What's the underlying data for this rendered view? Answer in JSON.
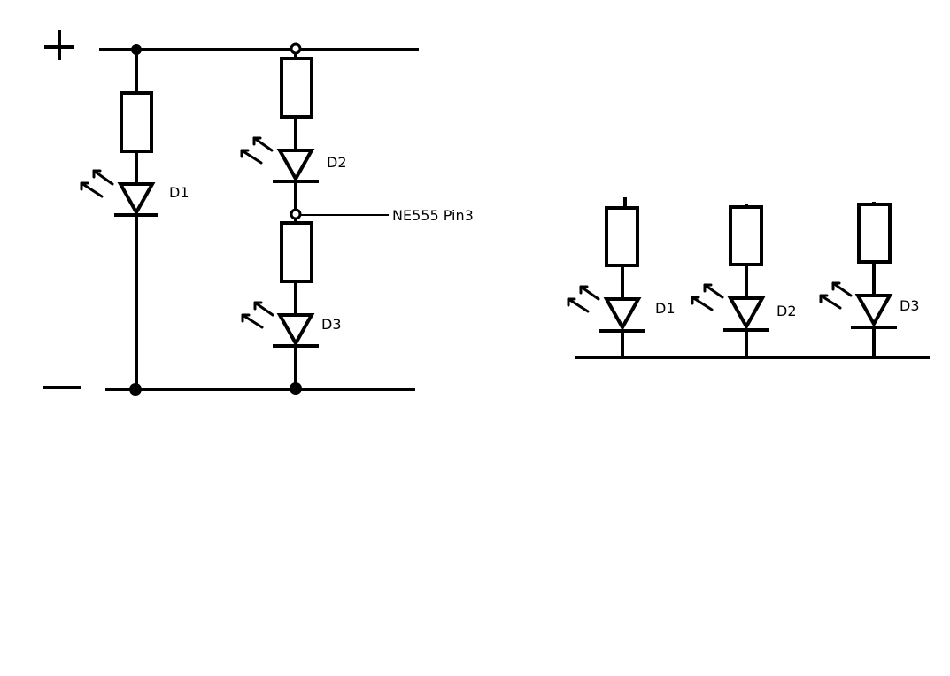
{
  "schematic_left": {
    "positive_label": "+",
    "negative_label": "—",
    "leds": [
      {
        "label": "D1"
      },
      {
        "label": "D2"
      },
      {
        "label": "D3"
      }
    ],
    "connection_label": "NE555 Pin3"
  },
  "schematic_right": {
    "leds": [
      {
        "label": "D1"
      },
      {
        "label": "D2"
      },
      {
        "label": "D3"
      }
    ]
  }
}
